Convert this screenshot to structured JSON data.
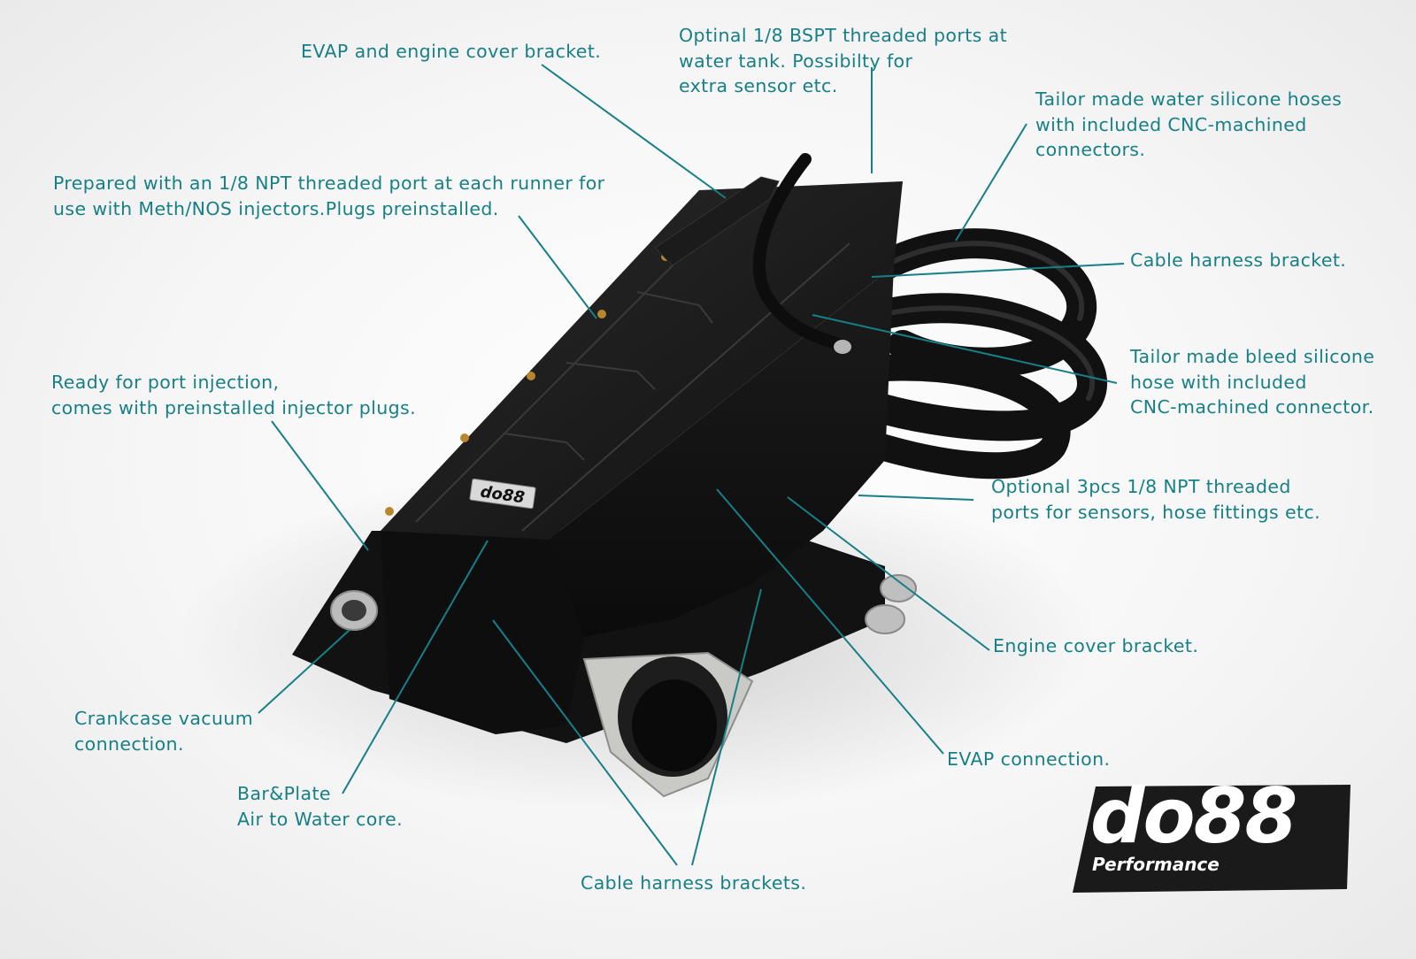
{
  "callouts": {
    "evap_cover_bracket": [
      "EVAP and engine cover bracket."
    ],
    "bspt_ports": [
      "Optinal 1/8 BSPT threaded ports at",
      "water tank. Possibilty for",
      "extra sensor etc."
    ],
    "water_hoses": [
      "Tailor made water silicone hoses",
      "with included CNC-machined",
      "connectors."
    ],
    "npt_runner_port": [
      "Prepared with an 1/8 NPT threaded port at each runner for",
      "use with Meth/NOS injectors.Plugs preinstalled."
    ],
    "cable_harness_bracket": [
      "Cable harness bracket."
    ],
    "bleed_hose": [
      "Tailor made bleed silicone",
      "hose with included",
      "CNC-machined connector."
    ],
    "port_injection": [
      "Ready for port injection,",
      "comes with preinstalled injector plugs."
    ],
    "npt_sensor_ports": [
      "Optional 3pcs 1/8 NPT threaded",
      "ports for sensors, hose fittings etc."
    ],
    "engine_cover_bracket": [
      "Engine cover bracket."
    ],
    "crankcase": [
      "Crankcase vacuum",
      "connection."
    ],
    "evap_connection": [
      "EVAP connection."
    ],
    "core": [
      "Bar&Plate",
      "Air to Water core."
    ],
    "cable_harness_brackets": [
      "Cable harness brackets."
    ]
  },
  "product_badge": "do88",
  "logo": {
    "wordmark": "do88",
    "tagline": "Performance"
  },
  "colors": {
    "callout_text": "#177f86",
    "leader_line": "#177f86",
    "manifold": "#141414",
    "logo_bg": "#1a1a1a"
  }
}
